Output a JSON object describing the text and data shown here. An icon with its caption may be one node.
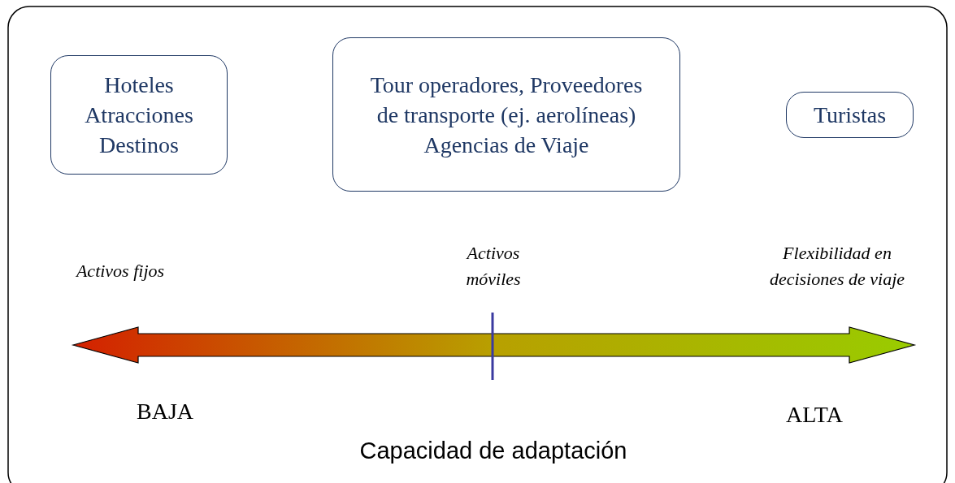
{
  "diagram": {
    "nodes": [
      {
        "text": [
          "Hoteles Atracciones Destinos"
        ]
      },
      {
        "text": [
          "Tour operadores, Proveedores de transporte (ej. aerolíneas) Agencias de Viaje"
        ]
      },
      {
        "text": [
          "Turistas"
        ]
      }
    ],
    "labels": [
      "Activos fijos",
      "Activos móviles",
      "Flexibilidad en decisiones de viaje",
      "BAJA",
      "ALTA",
      "Capacidad de adaptación"
    ]
  }
}
